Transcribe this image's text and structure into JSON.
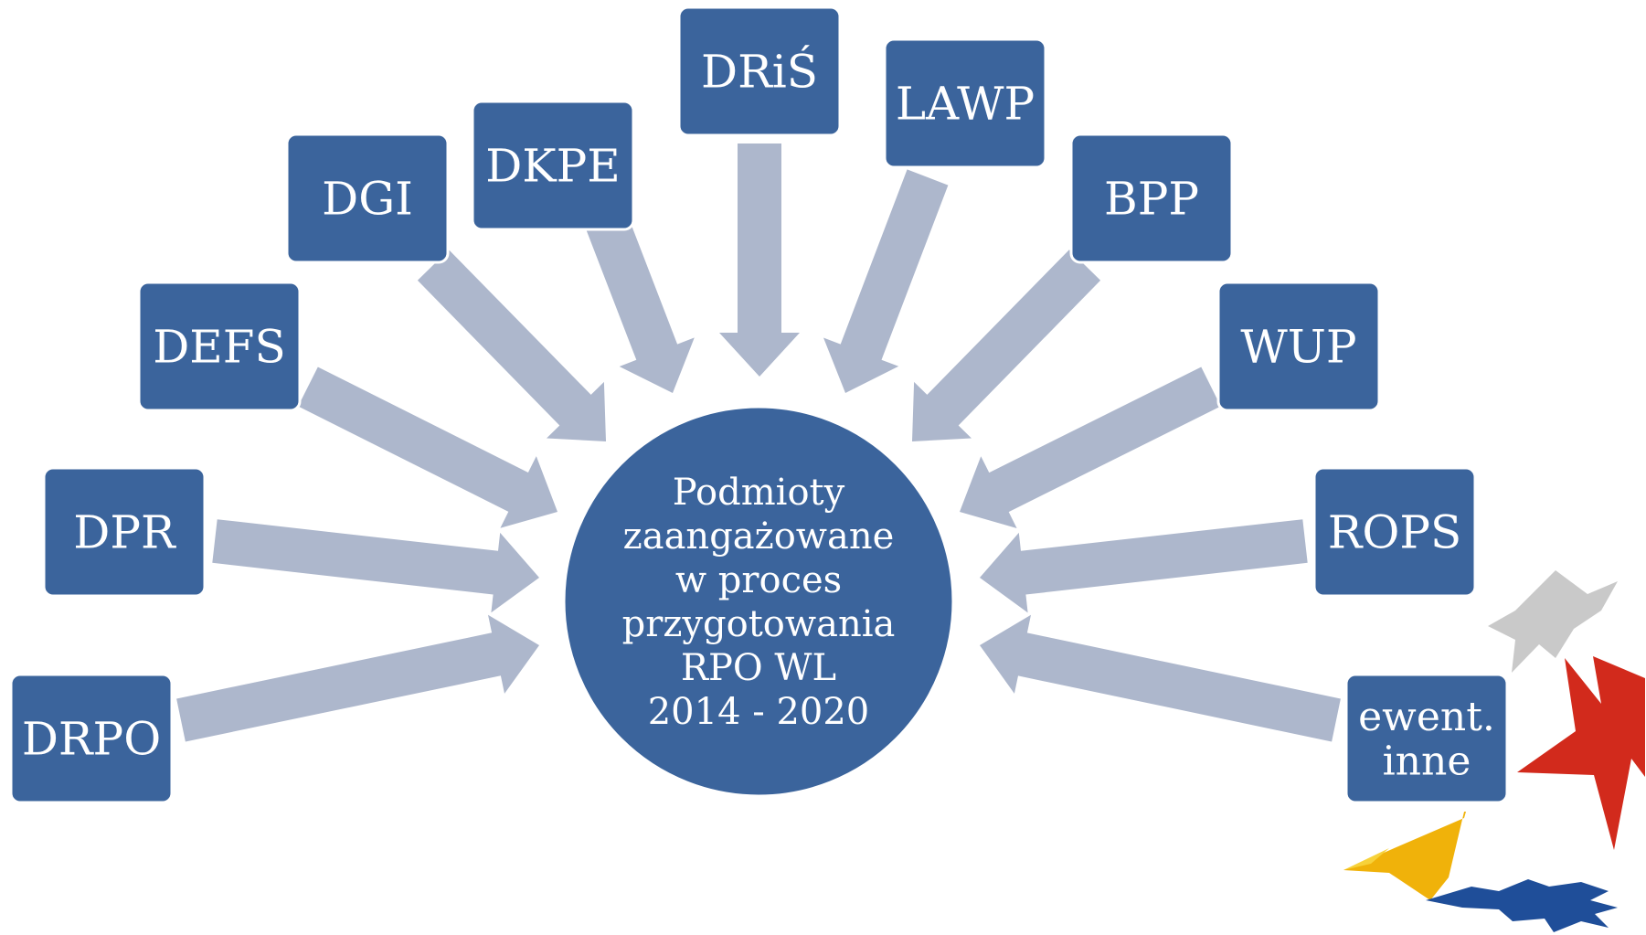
{
  "diagram": {
    "center": {
      "lines": [
        "Podmioty",
        "zaangażowane",
        "w proces",
        "przygotowania",
        "RPO WL",
        "2014 - 2020"
      ]
    },
    "nodes": [
      {
        "id": "drpo",
        "lines": [
          "DRPO"
        ]
      },
      {
        "id": "dpr",
        "lines": [
          "DPR"
        ]
      },
      {
        "id": "defs",
        "lines": [
          "DEFS"
        ]
      },
      {
        "id": "dgi",
        "lines": [
          "DGI"
        ]
      },
      {
        "id": "dkpe",
        "lines": [
          "DKPE"
        ]
      },
      {
        "id": "dris",
        "lines": [
          "DRiŚ"
        ]
      },
      {
        "id": "lawp",
        "lines": [
          "LAWP"
        ]
      },
      {
        "id": "bpp",
        "lines": [
          "BPP"
        ]
      },
      {
        "id": "wup",
        "lines": [
          "WUP"
        ]
      },
      {
        "id": "rops",
        "lines": [
          "ROPS"
        ]
      },
      {
        "id": "inne",
        "lines": [
          "ewent.",
          "inne"
        ]
      }
    ],
    "colors": {
      "box": "#3b649c",
      "box_stroke": "#ffffff",
      "arrow": "#adb7cc",
      "text": "#ffffff",
      "logo_gray": "#c8c8c8",
      "logo_red": "#d92b1e",
      "logo_yellow": "#f2b705",
      "logo_blue": "#1f4e99"
    }
  }
}
